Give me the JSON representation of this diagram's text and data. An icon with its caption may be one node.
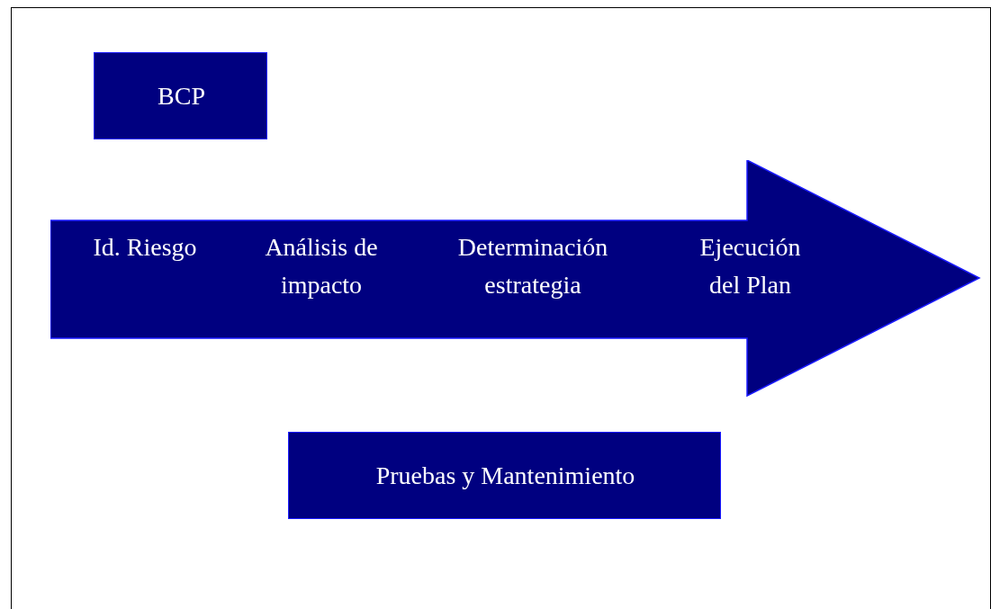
{
  "diagram": {
    "nodes": [
      {
        "text": [
          "BCP"
        ]
      },
      {
        "text": [
          "Id. Riesgo",
          "Análisis de impacto",
          "Determinación estrategia",
          "Ejecución del Plan"
        ]
      },
      {
        "text": [
          "Pruebas y Mantenimiento"
        ]
      }
    ]
  }
}
